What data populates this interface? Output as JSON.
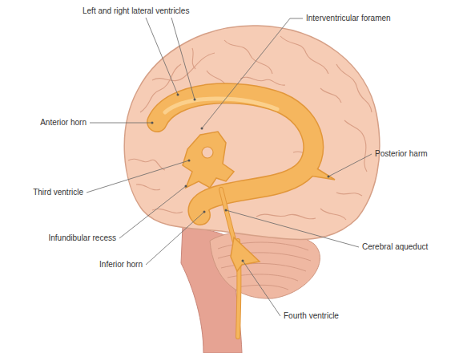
{
  "diagram": {
    "labels": [
      "Left and right lateral ventricles",
      "Interventricular foramen",
      "Anterior horn",
      "Posterior harm",
      "Third ventricle",
      "Infundibular recess",
      "Inferior horn",
      "Cerebral aqueduct",
      "Fourth ventricle"
    ]
  }
}
